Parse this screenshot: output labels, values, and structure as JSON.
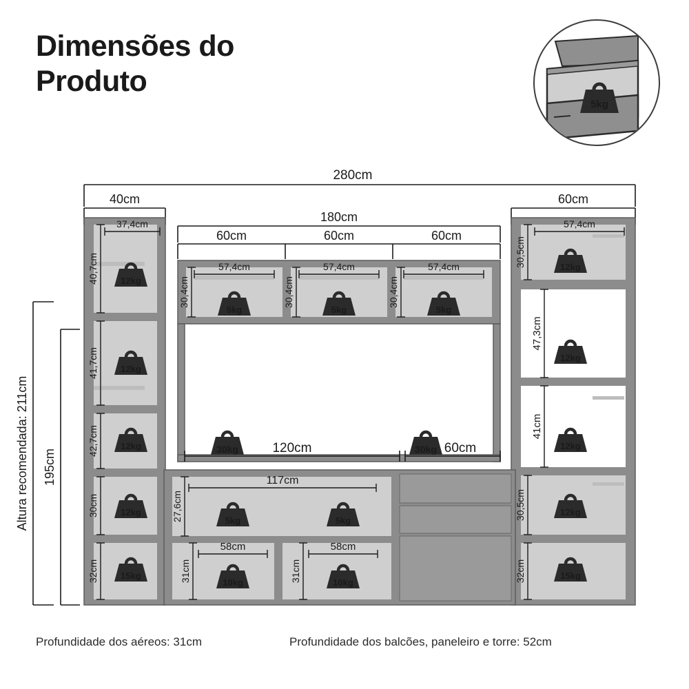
{
  "header": {
    "title_line1": "Dimensões do",
    "title_line2": "Produto"
  },
  "badge": {
    "icon": "drawer-weight-icon",
    "weight_label": "5kg"
  },
  "footer": {
    "depth_aereos": "Profundidade dos aéreos: 31cm",
    "depth_balcoes": "Profundidade dos balcões, paneleiro e torre: 52cm"
  },
  "diagram": {
    "total_width": "280cm",
    "left_tower_width": "40cm",
    "center_width": "180cm",
    "right_tower_width": "60cm",
    "recommended_height": "Altura recomendada: 211cm",
    "product_height": "195cm",
    "top_module_widths": [
      "60cm",
      "60cm",
      "60cm"
    ],
    "top_shelf_widths": [
      "57,4cm",
      "57,4cm",
      "57,4cm"
    ],
    "top_shelf_heights": [
      "30,4cm",
      "30,4cm",
      "30,4cm"
    ],
    "top_shelf_loads": [
      "5kg",
      "5kg",
      "5kg"
    ],
    "left_column": [
      {
        "height": "40,7cm",
        "width": "37,4cm",
        "load": "12kg"
      },
      {
        "height": "41,7cm",
        "load": "12kg"
      },
      {
        "height": "42,7cm",
        "load": "12kg"
      },
      {
        "height": "30cm",
        "load": "12kg"
      },
      {
        "height": "32cm",
        "load": "15kg"
      }
    ],
    "right_column": [
      {
        "height": "30,5cm",
        "width": "57,4cm",
        "load": "12kg"
      },
      {
        "height": "47,3cm",
        "load": "12kg"
      },
      {
        "height": "41cm",
        "load": "12kg"
      },
      {
        "height": "30,5cm",
        "load": "12kg"
      },
      {
        "height": "32cm",
        "load": "15kg"
      }
    ],
    "bench_tv_width": "120cm",
    "bench_drawer_width": "60cm",
    "bench_loads": [
      "30kg",
      "30kg"
    ],
    "bench_shelf_width": "117cm",
    "bench_shelf_height": "27,6cm",
    "bench_shelf_loads": [
      "5kg",
      "5kg"
    ],
    "lower_doors": [
      {
        "width": "58cm",
        "height": "31cm",
        "load": "10kg"
      },
      {
        "width": "58cm",
        "height": "31cm",
        "load": "10kg"
      }
    ]
  },
  "colors": {
    "furniture_gray": "#8c8c8c",
    "furniture_light": "#d6d6d6",
    "outline": "#3c3c3c",
    "text": "#1a1a1a"
  }
}
